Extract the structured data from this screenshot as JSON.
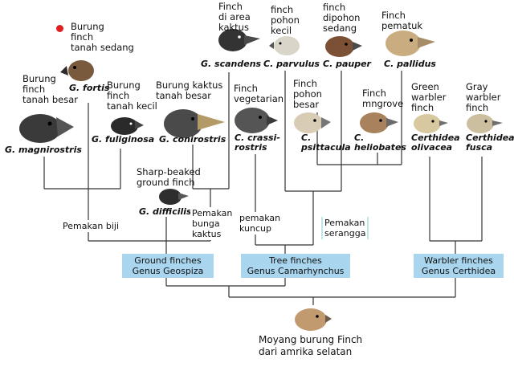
{
  "colors": {
    "genus_box": "#a9d6ee",
    "marker_dot": "#e02020",
    "line": "#333333"
  },
  "marker": {
    "icon": "red-dot-icon"
  },
  "birds": [
    {
      "key": "g_fortis",
      "common": [
        "Burung",
        "finch",
        "tanah  sedang"
      ],
      "latin": [
        "G. fortis"
      ]
    },
    {
      "key": "g_magnirostris",
      "common": [
        "Burung",
        "finch",
        "tanah besar"
      ],
      "latin": [
        "G. magnirostris"
      ]
    },
    {
      "key": "g_fuliginosa",
      "common": [
        "Burung",
        "finch",
        "tanah kecil"
      ],
      "latin": [
        "G. fuliginosa"
      ]
    },
    {
      "key": "g_conirostris",
      "common": [
        "Burung kaktus",
        "tanah besar"
      ],
      "latin": [
        "G. conirostris"
      ]
    },
    {
      "key": "g_scandens",
      "common": [
        "Finch",
        "di area",
        "kaktus"
      ],
      "latin": [
        "G. scandens"
      ]
    },
    {
      "key": "g_difficilis",
      "common": [
        "Sharp-beaked",
        "ground finch"
      ],
      "latin": [
        "G. difficilis"
      ]
    },
    {
      "key": "c_parvulus",
      "common": [
        "finch",
        "pohon",
        "kecil"
      ],
      "latin": [
        "C. parvulus"
      ]
    },
    {
      "key": "c_pauper",
      "common": [
        "finch",
        "dipohon",
        "sedang"
      ],
      "latin": [
        "C. pauper"
      ]
    },
    {
      "key": "c_pallidus",
      "common": [
        "Finch",
        "pematuk"
      ],
      "latin": [
        "C. pallidus"
      ]
    },
    {
      "key": "c_crassirostris",
      "common": [
        "Finch",
        "vegetarian"
      ],
      "latin": [
        "C. crassi-",
        "rostris"
      ]
    },
    {
      "key": "c_psittacula",
      "common": [
        "Finch",
        "pohon",
        "besar"
      ],
      "latin": [
        "C.",
        "psittacula"
      ]
    },
    {
      "key": "c_heliobates",
      "common": [
        "Finch",
        "mngrove"
      ],
      "latin": [
        "C.",
        "heliobates"
      ]
    },
    {
      "key": "ce_olivacea",
      "common": [
        "Green",
        "warbler",
        "finch"
      ],
      "latin": [
        "Certhidea",
        "olivacea"
      ]
    },
    {
      "key": "ce_fusca",
      "common": [
        "Gray",
        "warbler",
        "finch"
      ],
      "latin": [
        "Certhidea",
        "fusca"
      ]
    }
  ],
  "diets": {
    "biji": [
      "Pemakan biji"
    ],
    "bunga": [
      "Pemakan",
      "bunga",
      "kaktus"
    ],
    "kuncup": [
      "pemakan",
      "kuncup"
    ],
    "serangga": [
      "Pemakan",
      "serangga"
    ]
  },
  "genera": {
    "ground": {
      "line1": "Ground finches",
      "line2": "Genus Geospiza"
    },
    "tree": {
      "line1": "Tree finches",
      "line2": "Genus Camarhynchus"
    },
    "warbler": {
      "line1": "Warbler finches",
      "line2": "Genus Certhidea"
    }
  },
  "ancestor": [
    "Moyang burung Finch",
    "dari amrika selatan"
  ]
}
